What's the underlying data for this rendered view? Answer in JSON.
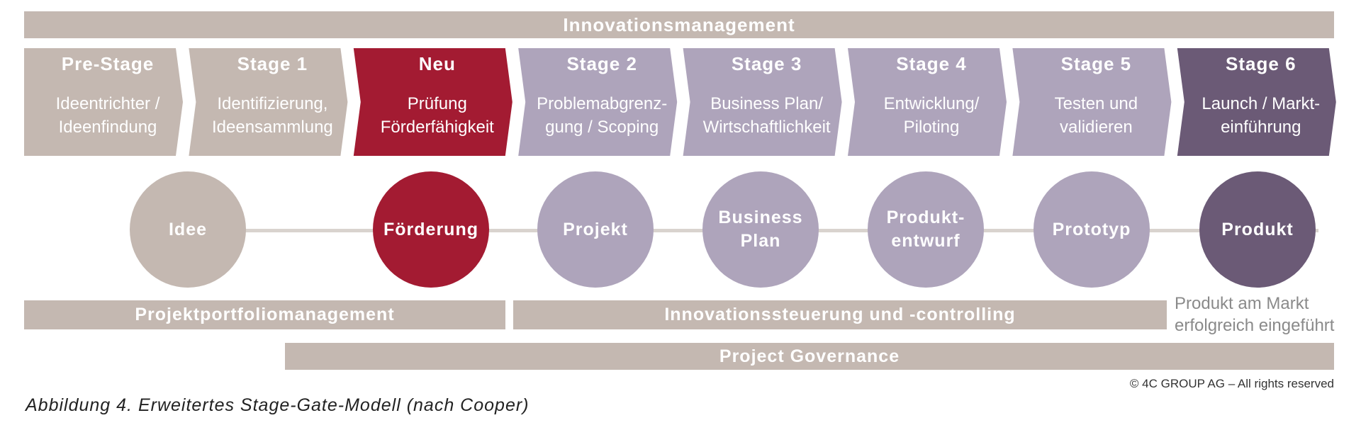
{
  "top_bar": "Innovationsmanagement",
  "stages": [
    {
      "title": "Pre-Stage",
      "line1": "Ideentrichter /",
      "line2": "Ideenfindung",
      "color": "#c4b8b1"
    },
    {
      "title": "Stage 1",
      "line1": "Identifizierung,",
      "line2": "Ideensammlung",
      "color": "#c4b8b1"
    },
    {
      "title": "Neu",
      "line1": "Prüfung",
      "line2": "Förderfähigkeit",
      "color": "#a31b32"
    },
    {
      "title": "Stage 2",
      "line1": "Problemabgrenz-",
      "line2": "gung / Scoping",
      "color": "#aea4bb"
    },
    {
      "title": "Stage 3",
      "line1": "Business Plan/",
      "line2": "Wirtschaftlichkeit",
      "color": "#aea4bb"
    },
    {
      "title": "Stage 4",
      "line1": "Entwicklung/",
      "line2": "Piloting",
      "color": "#aea4bb"
    },
    {
      "title": "Stage 5",
      "line1": "Testen und",
      "line2": "validieren",
      "color": "#aea4bb"
    },
    {
      "title": "Stage 6",
      "line1": "Launch / Markt-",
      "line2": "einführung",
      "color": "#6b5a76"
    }
  ],
  "gates": [
    {
      "label": "Idee",
      "color": "#c4b8b1"
    },
    {
      "label": "Förderung",
      "color": "#a31b32"
    },
    {
      "label": "Projekt",
      "color": "#aea4bb"
    },
    {
      "label": "Business\nPlan",
      "color": "#aea4bb"
    },
    {
      "label": "Produkt-\nentwurf",
      "color": "#aea4bb"
    },
    {
      "label": "Prototyp",
      "color": "#aea4bb"
    },
    {
      "label": "Produkt",
      "color": "#6b5a76"
    }
  ],
  "bottom_bars": {
    "portfolio": "Projektportfoliomanagement",
    "steering": "Innovationssteuerung  und -controlling",
    "governance": "Project Governance"
  },
  "market_note": {
    "line1": "Produkt am Markt",
    "line2": "erfolgreich eingeführt"
  },
  "copyright": "© 4C GROUP AG – All rights reserved",
  "caption": "Abbildung 4. Erweitertes Stage-Gate-Modell (nach Cooper)"
}
